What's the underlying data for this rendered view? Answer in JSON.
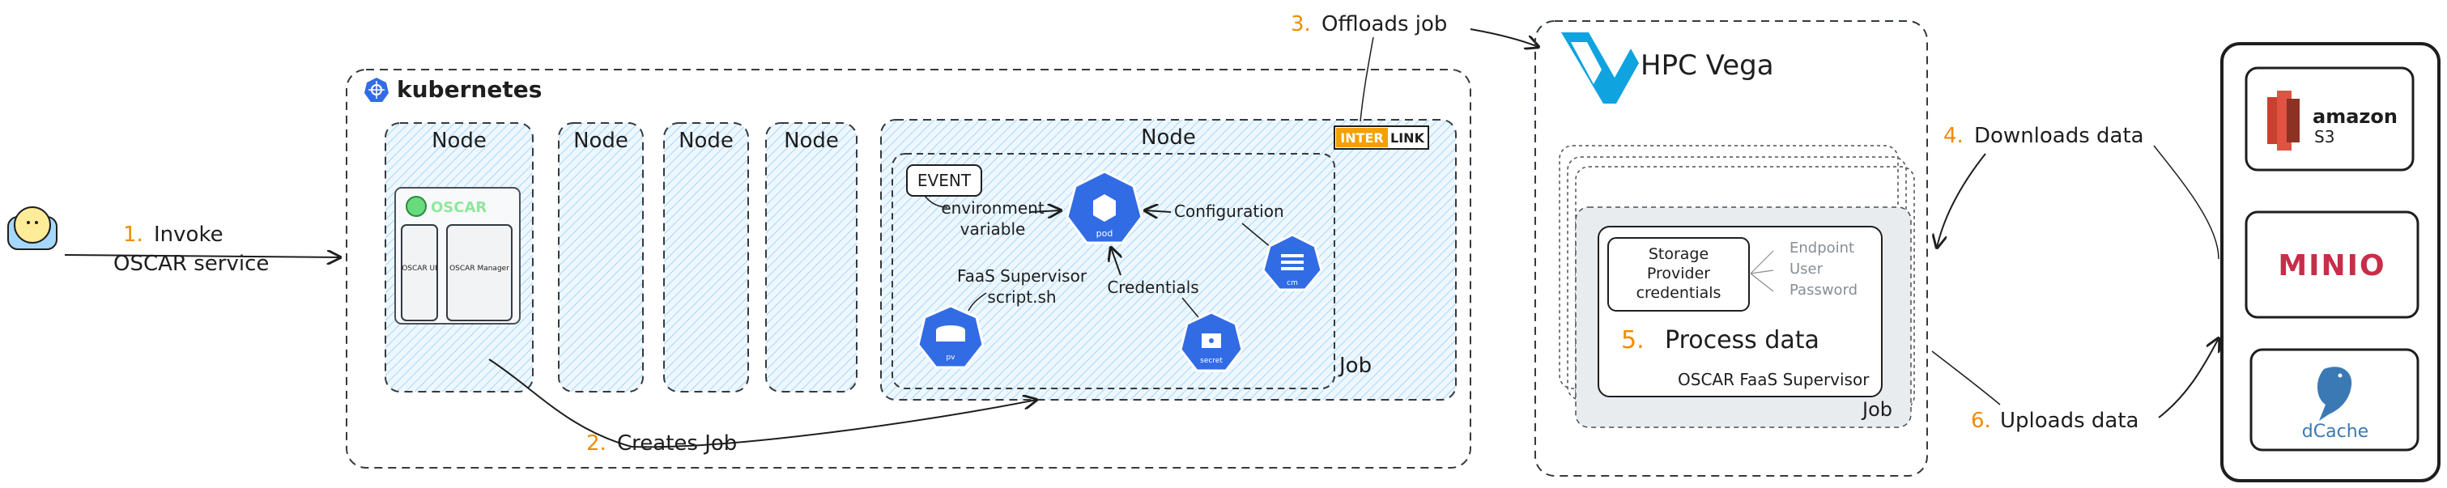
{
  "user": {
    "label": "",
    "icon": "user-icon"
  },
  "steps": {
    "s1": {
      "num": "1.",
      "text1": "Invoke",
      "text2": "OSCAR service"
    },
    "s2": {
      "num": "2.",
      "text": "Creates Job"
    },
    "s3": {
      "num": "3.",
      "text": "Offloads job"
    },
    "s4": {
      "num": "4.",
      "text": "Downloads data"
    },
    "s5": {
      "num": "5.",
      "text": "Process data"
    },
    "s6": {
      "num": "6.",
      "text": "Uploads data"
    }
  },
  "kubernetes": {
    "title": "kubernetes",
    "icon": "kubernetes-wheel-icon",
    "nodes": [
      "Node",
      "Node",
      "Node",
      "Node",
      "Node"
    ],
    "oscar": {
      "title": "OSCAR",
      "ui": "OSCAR UI",
      "manager": "OSCAR Manager"
    },
    "interlink": {
      "part1": "INTER",
      "part2": "LINK"
    },
    "job_label": "Job",
    "event": "EVENT",
    "env1": "environment",
    "env2": "variable",
    "configuration": "Configuration",
    "credentials": "Credentials",
    "faas1": "FaaS Supervisor",
    "faas2": "script.sh",
    "pod_label": "pod",
    "pv_label": "pv",
    "secret_label": "secret",
    "cm_label": "cm"
  },
  "hpc": {
    "title": "HPC Vega",
    "logo": "vega-logo-icon",
    "storage1": "Storage",
    "storage2": "Provider",
    "storage3": "credentials",
    "endpoint": "Endpoint",
    "user": "User",
    "password": "Password",
    "supervisor": "OSCAR FaaS Supervisor",
    "job_label": "Job"
  },
  "storage": {
    "amazon": "amazon",
    "s3": "S3",
    "minio": "MINIO",
    "dcache": "dCache"
  },
  "colors": {
    "accent": "#f08c00",
    "k8s_blue": "#326ce5",
    "vega_blue": "#0fa3e0",
    "minio_red": "#c72e49",
    "aws_red": "#c7412f",
    "dcache_blue": "#3b79b4",
    "hatch": "#a5d8ff"
  }
}
